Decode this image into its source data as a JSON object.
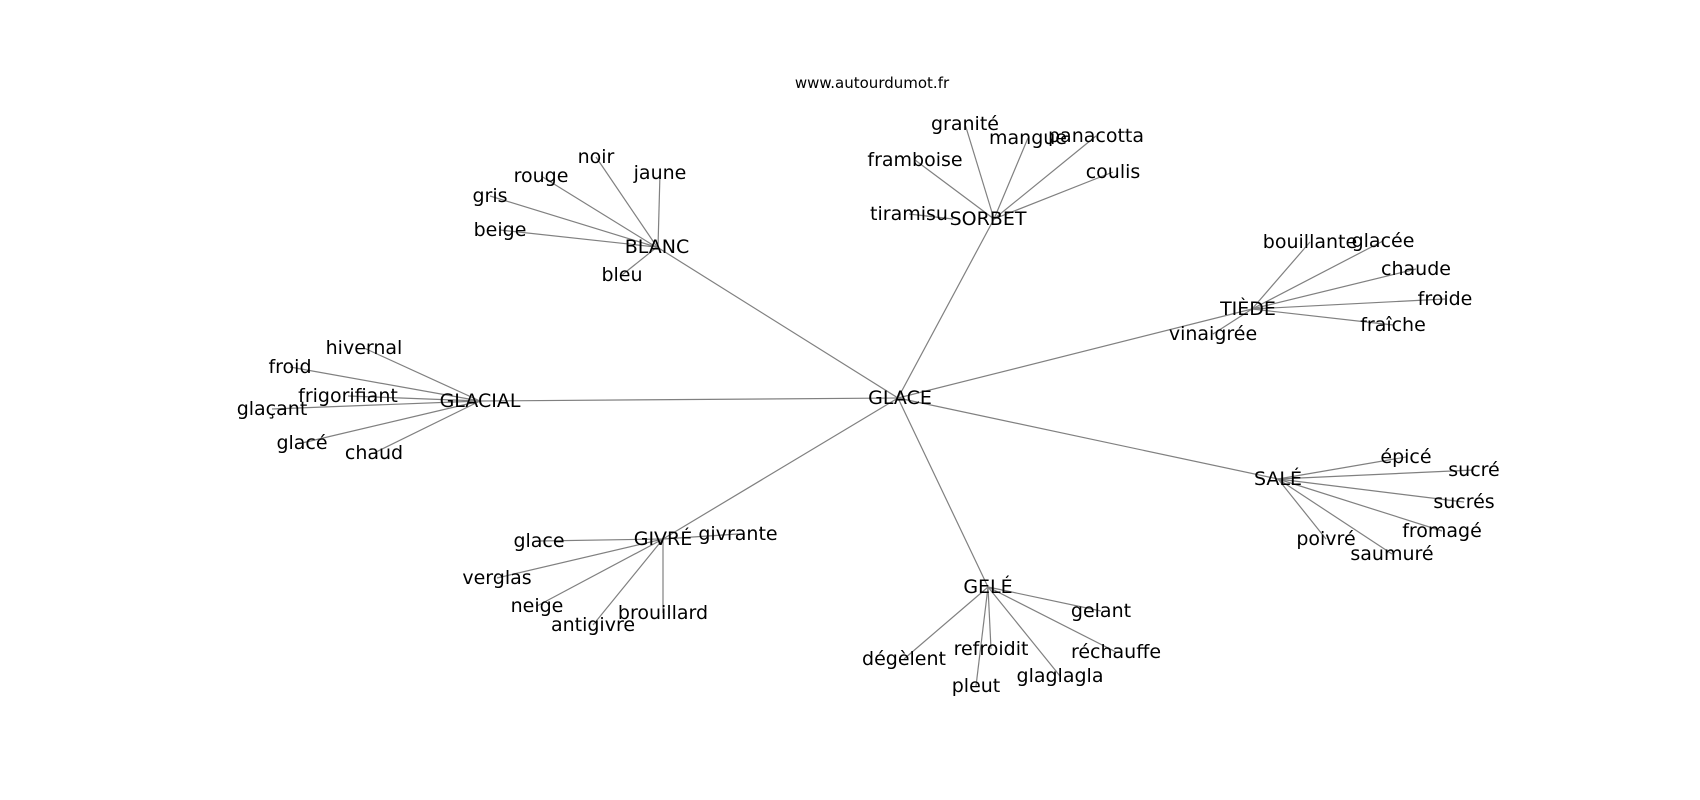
{
  "header": {
    "watermark": "www.autourdumot.fr"
  },
  "graph": {
    "root": "GLACE",
    "groups": [
      {
        "hub": "BLANC",
        "leaves": [
          "noir",
          "jaune",
          "rouge",
          "gris",
          "beige",
          "bleu"
        ]
      },
      {
        "hub": "SORBET",
        "leaves": [
          "granité",
          "mangue",
          "panacotta",
          "framboise",
          "coulis",
          "tiramisu"
        ]
      },
      {
        "hub": "TIÈDE",
        "leaves": [
          "bouillante",
          "glacée",
          "chaude",
          "froide",
          "fraîche",
          "vinaigrée"
        ]
      },
      {
        "hub": "GLACIAL",
        "leaves": [
          "hivernal",
          "froid",
          "frigorifiant",
          "glaçant",
          "glacé",
          "chaud"
        ]
      },
      {
        "hub": "SALÉ",
        "leaves": [
          "épicé",
          "sucré",
          "sucrés",
          "fromagé",
          "poivré",
          "saumuré"
        ]
      },
      {
        "hub": "GIVRÉ",
        "leaves": [
          "givrante",
          "glace",
          "verglas",
          "neige",
          "antigivre",
          "brouillard"
        ]
      },
      {
        "hub": "GELÉ",
        "leaves": [
          "gelant",
          "dégèlent",
          "refroidit",
          "réchauffe",
          "pleut",
          "glaglagla"
        ]
      }
    ]
  }
}
